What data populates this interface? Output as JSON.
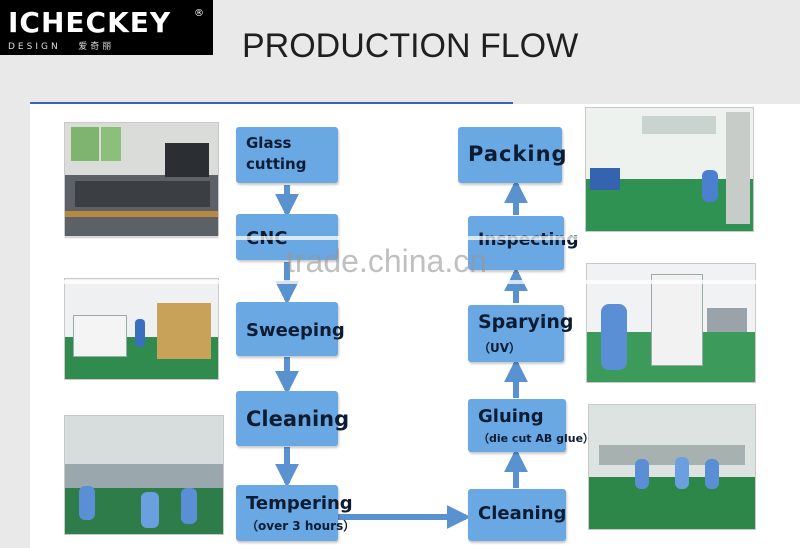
{
  "logo": {
    "brand": "ICHECKEY",
    "registered": "®",
    "sub": "DESIGN",
    "cn": "爱奇丽"
  },
  "title": "PRODUCTION FLOW",
  "flow": {
    "left": [
      {
        "label": "Glass\ncutting",
        "sub": ""
      },
      {
        "label": "CNC",
        "sub": ""
      },
      {
        "label": "Sweeping",
        "sub": ""
      },
      {
        "label": "Cleaning",
        "sub": ""
      },
      {
        "label": "Tempering",
        "sub": "（over 3 hours）"
      }
    ],
    "right": [
      {
        "label": "Packing",
        "sub": ""
      },
      {
        "label": "Inspecting",
        "sub": ""
      },
      {
        "label": "Sparying",
        "sub": "（UV）"
      },
      {
        "label": "Gluing",
        "sub": "（die cut AB glue）"
      },
      {
        "label": "Cleaning",
        "sub": ""
      }
    ]
  },
  "photos": [
    {
      "name": "photo-glass-cutting",
      "scene": "cutting-machine"
    },
    {
      "name": "photo-cnc-workshop",
      "scene": "workshop"
    },
    {
      "name": "photo-clean-room",
      "scene": "clean-room"
    },
    {
      "name": "photo-packing-room",
      "scene": "packing-room"
    },
    {
      "name": "photo-spraying-line",
      "scene": "spray-line"
    },
    {
      "name": "photo-gluing-room",
      "scene": "gluing-room"
    }
  ],
  "watermark": "trade.china.cn",
  "colors": {
    "box": "#6aa8e4",
    "arrow": "#5a92d0",
    "rule": "#3d64b4",
    "floor": "#2f7a47"
  }
}
